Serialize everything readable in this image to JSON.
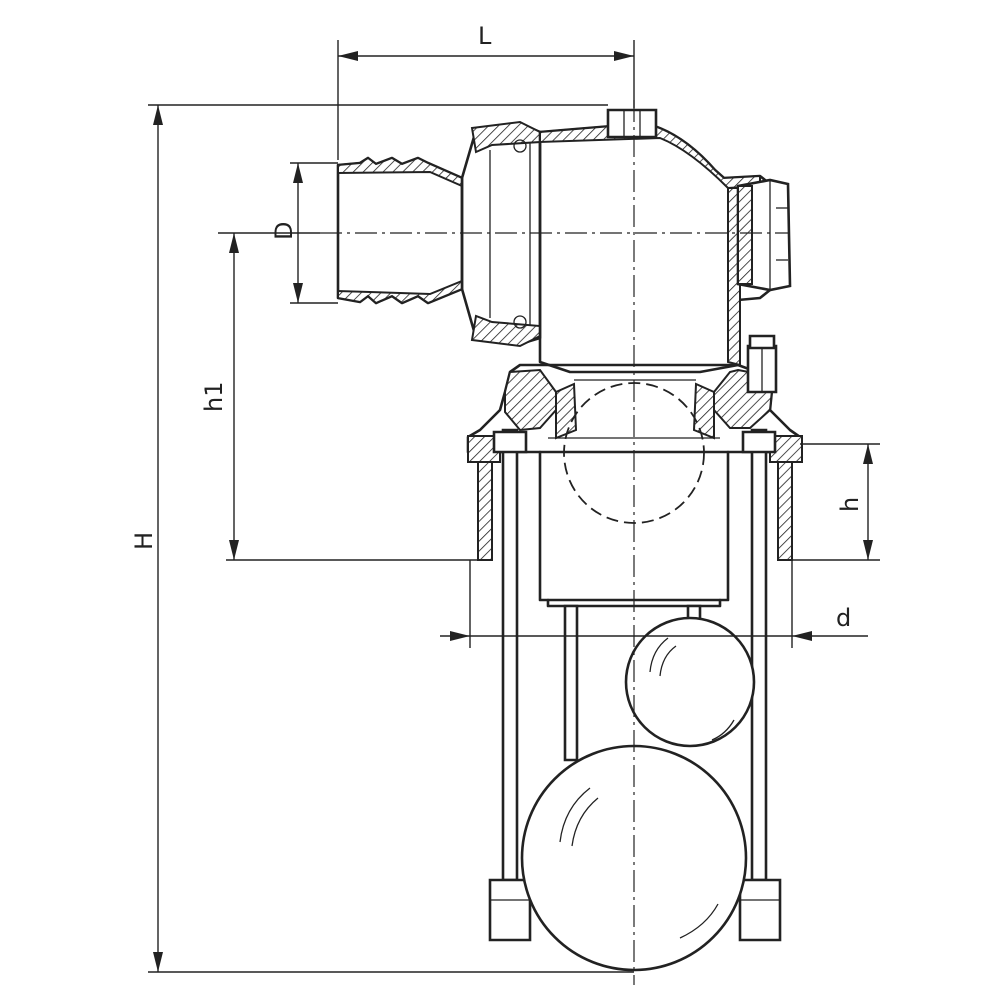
{
  "dimensions": {
    "L": "L",
    "D": "D",
    "h1": "h1",
    "H": "H",
    "h": "h",
    "d": "d"
  }
}
